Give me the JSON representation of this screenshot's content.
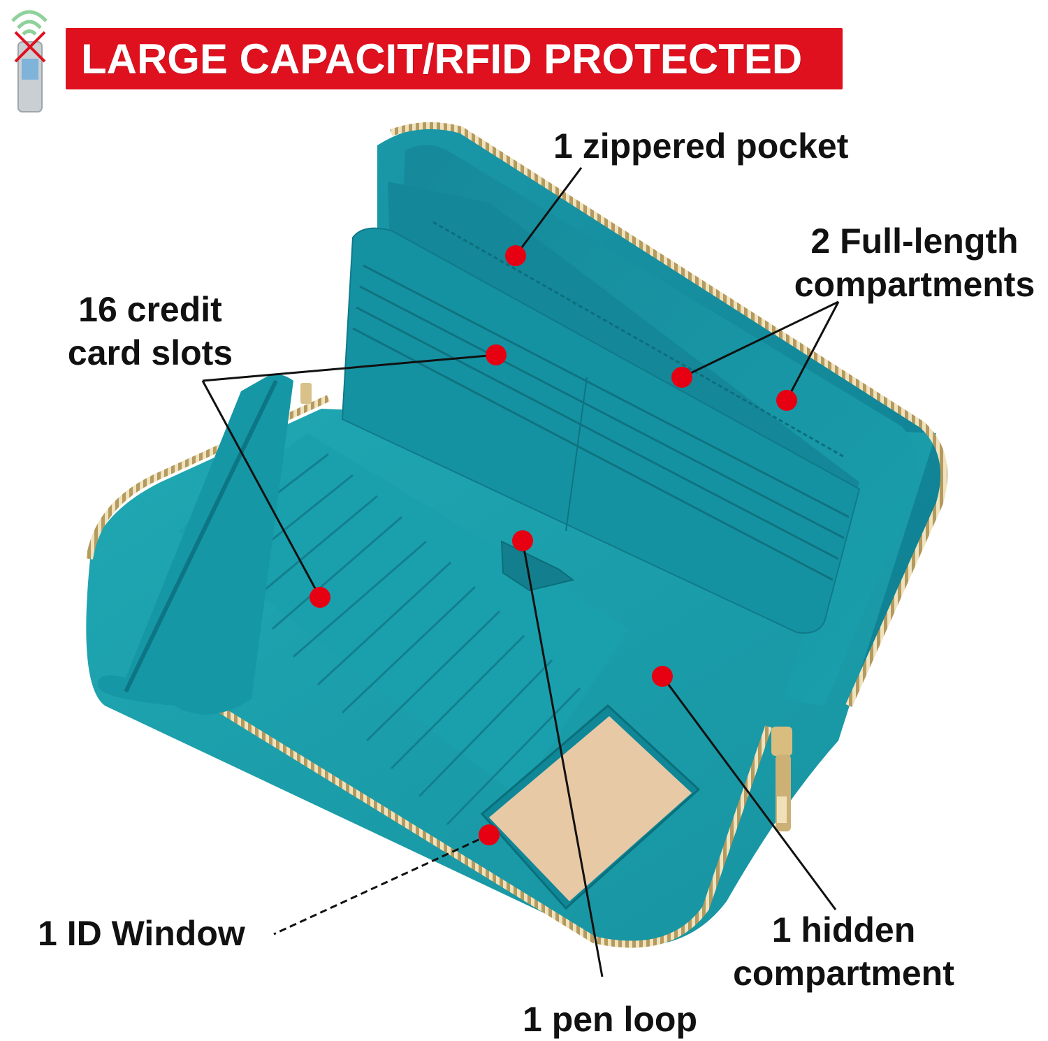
{
  "banner": {
    "title": "LARGE CAPACIT/RFID PROTECTED",
    "color": "#e0111f"
  },
  "icons": {
    "rfid": "rfid-blocked-card-icon"
  },
  "colors": {
    "wallet": "#1a9aa6",
    "wallet_dark": "#0f7582",
    "zipper": "#c9b27a",
    "marker": "#e60012",
    "id_window": "#e8c9a6"
  },
  "labels": {
    "zippered_pocket": "1 zippered pocket",
    "full_length_line1": "2 Full-length",
    "full_length_line2": "compartments",
    "credit_line1": "16 credit",
    "credit_line2": "card slots",
    "id_window": "1 ID Window",
    "hidden_line1": "1 hidden",
    "hidden_line2": "compartment",
    "pen_loop": "1 pen loop"
  }
}
